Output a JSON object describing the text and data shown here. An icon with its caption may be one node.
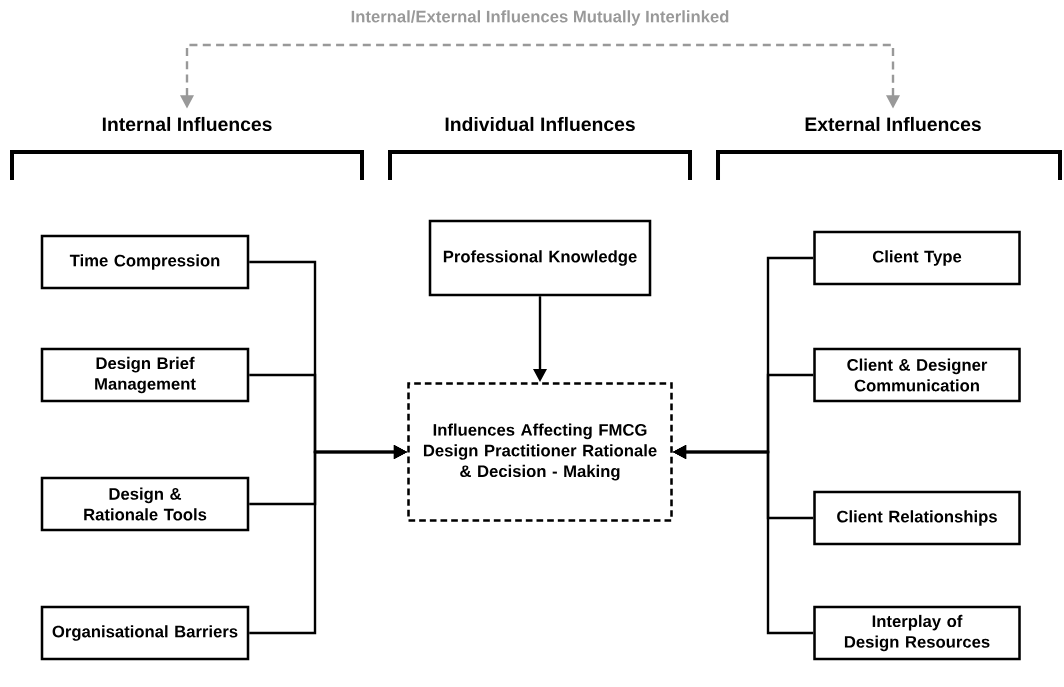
{
  "diagram": {
    "nodes": [
      {
        "text": [
          "Internal Influences"
        ]
      },
      {
        "text": [
          "External Influences"
        ]
      },
      {
        "text": [
          "Time Compression"
        ]
      },
      {
        "text": [
          "Design Brief Management"
        ]
      },
      {
        "text": [
          "Design & Rationale Tools"
        ]
      },
      {
        "text": [
          "Organisational Barriers"
        ]
      },
      {
        "text": [
          "Professional Knowledge"
        ]
      },
      {
        "text": [
          "Influences Affecting FMCG Design Practitioner Rationale & Decision - Making"
        ]
      },
      {
        "text": [
          "Client Type"
        ]
      },
      {
        "text": [
          "Client & Designer Communication"
        ]
      },
      {
        "text": [
          "Client Relationships"
        ]
      },
      {
        "text": [
          "Interplay of Design Resources"
        ]
      }
    ],
    "edges": [
      {
        "from": 0,
        "to": 1,
        "arrow": "both",
        "label": "Internal/External Influences Mutually Interlinked",
        "style": "dashed",
        "color": "#999999"
      },
      {
        "from": 2,
        "to": 7,
        "arrow": "to"
      },
      {
        "from": 3,
        "to": 7,
        "arrow": "to"
      },
      {
        "from": 4,
        "to": 7,
        "arrow": "to"
      },
      {
        "from": 5,
        "to": 7,
        "arrow": "to"
      },
      {
        "from": 6,
        "to": 7,
        "arrow": "to"
      },
      {
        "from": 8,
        "to": 7,
        "arrow": "to"
      },
      {
        "from": 9,
        "to": 7,
        "arrow": "to"
      },
      {
        "from": 10,
        "to": 7,
        "arrow": "to"
      },
      {
        "from": 11,
        "to": 7,
        "arrow": "to"
      }
    ],
    "labels": [
      "Individual Influences"
    ]
  }
}
